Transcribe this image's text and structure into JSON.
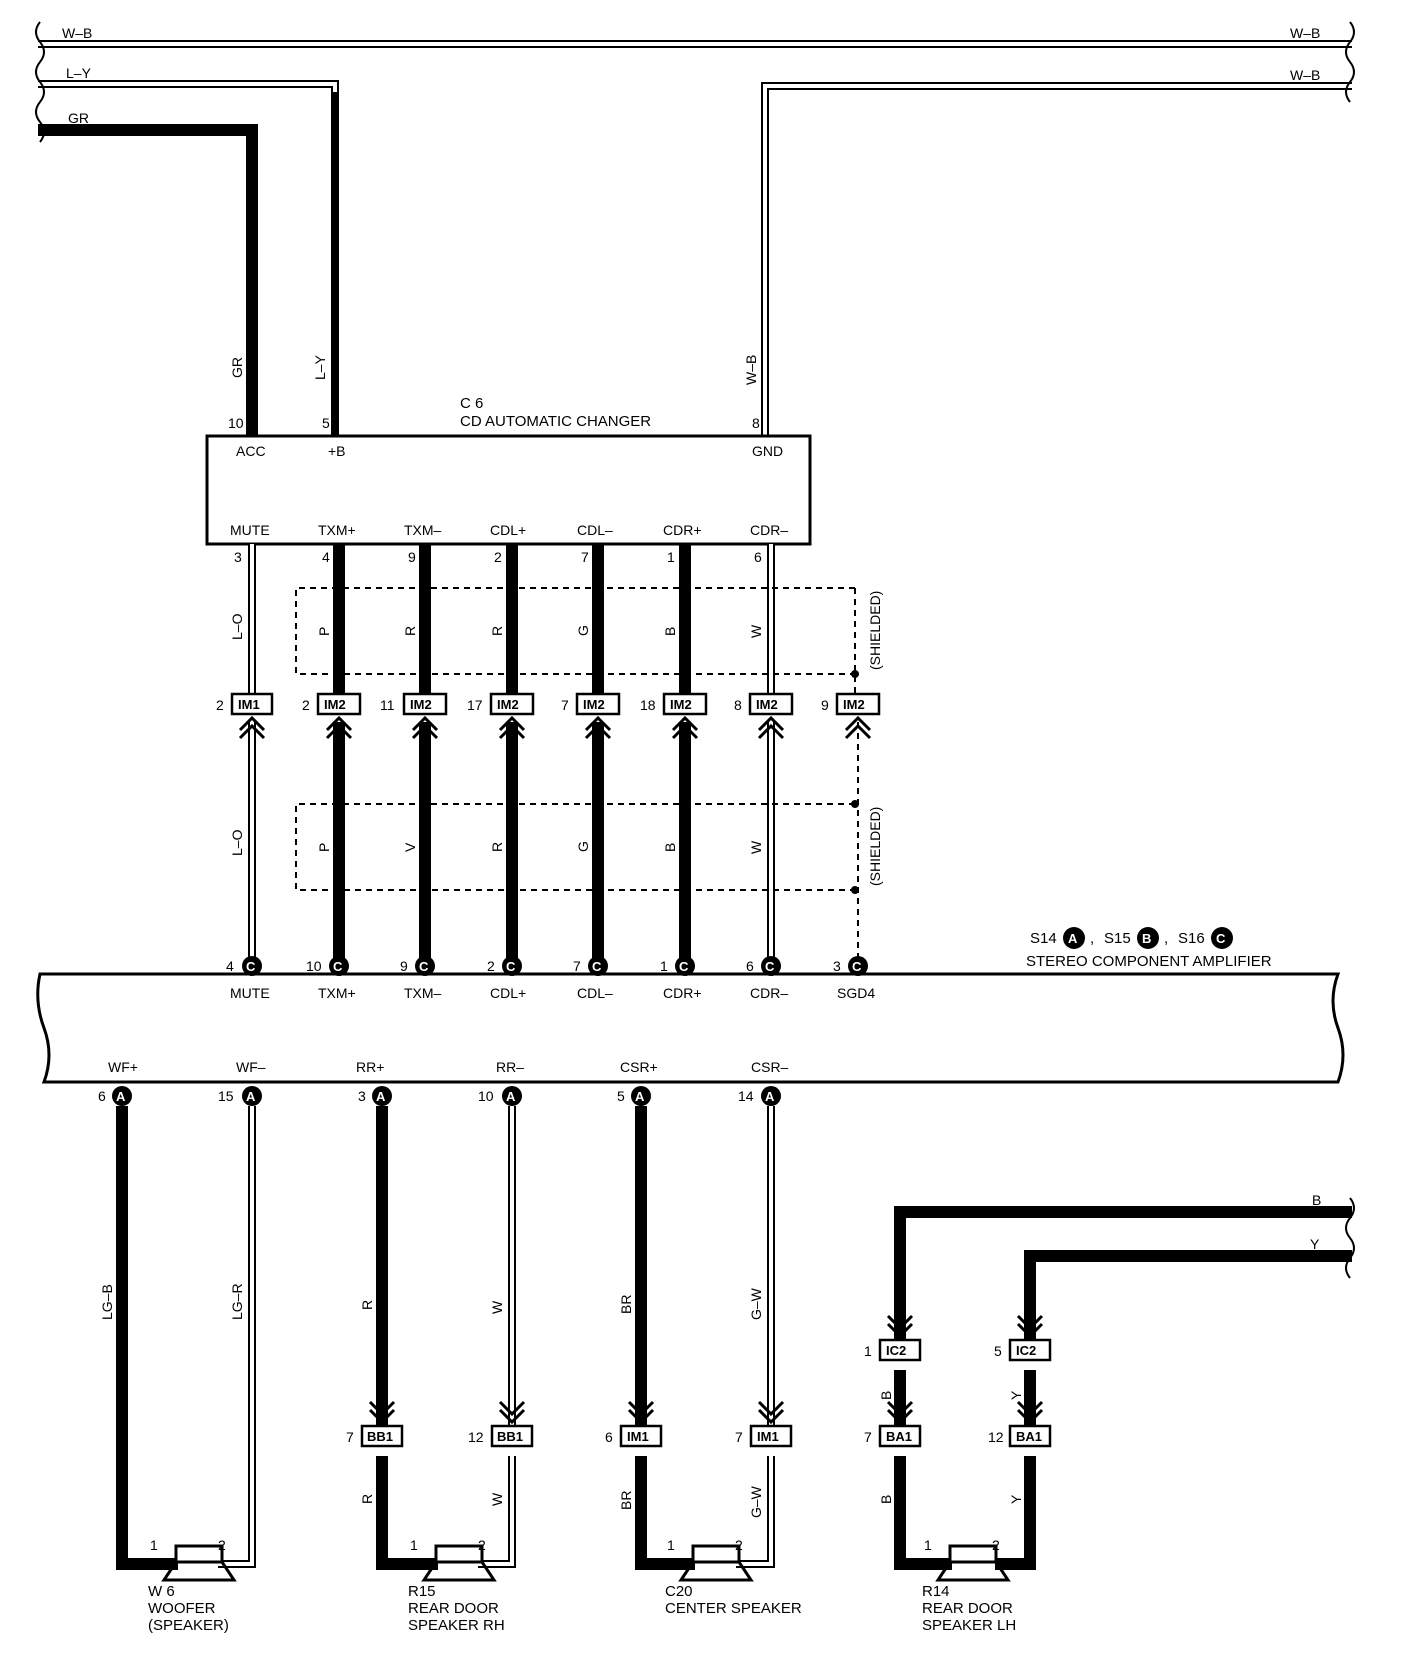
{
  "top_wires": {
    "wb_left": "W–B",
    "wb_right_1": "W–B",
    "ly_left": "L–Y",
    "wb_right_2": "W–B",
    "gr_left": "GR",
    "gr_vert": "GR",
    "ly_vert": "L–Y",
    "wb_vert": "W–B"
  },
  "cd_changer": {
    "code": "C 6",
    "name": "CD AUTOMATIC CHANGER",
    "top_pins": [
      {
        "num": "10",
        "name": "ACC"
      },
      {
        "num": "5",
        "name": "+B"
      },
      {
        "num": "8",
        "name": "GND"
      }
    ],
    "bottom_pins": [
      {
        "num": "3",
        "name": "MUTE",
        "wire_upper": "L–O",
        "wire_lower": "L–O",
        "conn_pin": "2",
        "conn": "IM1",
        "amp_pin": "4"
      },
      {
        "num": "4",
        "name": "TXM+",
        "wire_upper": "P",
        "wire_lower": "P",
        "conn_pin": "2",
        "conn": "IM2",
        "amp_pin": "10"
      },
      {
        "num": "9",
        "name": "TXM–",
        "wire_upper": "R",
        "wire_lower": "V",
        "conn_pin": "11",
        "conn": "IM2",
        "amp_pin": "9"
      },
      {
        "num": "2",
        "name": "CDL+",
        "wire_upper": "R",
        "wire_lower": "R",
        "conn_pin": "17",
        "conn": "IM2",
        "amp_pin": "2"
      },
      {
        "num": "7",
        "name": "CDL–",
        "wire_upper": "G",
        "wire_lower": "G",
        "conn_pin": "7",
        "conn": "IM2",
        "amp_pin": "7"
      },
      {
        "num": "1",
        "name": "CDR+",
        "wire_upper": "B",
        "wire_lower": "B",
        "conn_pin": "18",
        "conn": "IM2",
        "amp_pin": "1"
      },
      {
        "num": "6",
        "name": "CDR–",
        "wire_upper": "W",
        "wire_lower": "W",
        "conn_pin": "8",
        "conn": "IM2",
        "amp_pin": "6"
      },
      {
        "num": "",
        "name": "SGD4",
        "wire_upper": "",
        "wire_lower": "",
        "conn_pin": "9",
        "conn": "IM2",
        "amp_pin": "3"
      }
    ],
    "shielded_upper": "(SHIELDED)",
    "shielded_lower": "(SHIELDED)"
  },
  "amplifier": {
    "codes": [
      {
        "name": "S14",
        "letter": "A"
      },
      {
        "name": "S15",
        "letter": "B"
      },
      {
        "name": "S16",
        "letter": "C"
      }
    ],
    "separator": ",",
    "name": "STEREO COMPONENT AMPLIFIER",
    "top_conn_letter": "C",
    "bottom_conn_letter": "A",
    "bottom_pins": [
      {
        "num": "6",
        "name": "WF+",
        "wire": "LG–B"
      },
      {
        "num": "15",
        "name": "WF–",
        "wire": "LG–R"
      },
      {
        "num": "3",
        "name": "RR+",
        "wire": "R"
      },
      {
        "num": "10",
        "name": "RR–",
        "wire": "W"
      },
      {
        "num": "5",
        "name": "CSR+",
        "wire": "BR"
      },
      {
        "num": "14",
        "name": "CSR–",
        "wire": "G–W"
      }
    ]
  },
  "rear_connectors": [
    {
      "pin": "7",
      "conn": "BB1",
      "wire": "R"
    },
    {
      "pin": "12",
      "conn": "BB1",
      "wire": "W"
    },
    {
      "pin": "6",
      "conn": "IM1",
      "wire": "BR"
    },
    {
      "pin": "7",
      "conn": "IM1",
      "wire": "G–W"
    }
  ],
  "lh_wires": {
    "b_right": "B",
    "y_right": "Y",
    "ic2_b": {
      "pin": "1",
      "conn": "IC2",
      "wire": "B"
    },
    "ic2_y": {
      "pin": "5",
      "conn": "IC2",
      "wire": "Y"
    },
    "ba1_b": {
      "pin": "7",
      "conn": "BA1",
      "wire": "B"
    },
    "ba1_y": {
      "pin": "12",
      "conn": "BA1",
      "wire": "Y"
    }
  },
  "speakers": [
    {
      "code": "W 6",
      "line1": "WOOFER",
      "line2": "(SPEAKER)",
      "pin1": "1",
      "pin2": "2"
    },
    {
      "code": "R15",
      "line1": "REAR DOOR",
      "line2": "SPEAKER RH",
      "pin1": "1",
      "pin2": "2"
    },
    {
      "code": "C20",
      "line1": "CENTER SPEAKER",
      "line2": "",
      "pin1": "1",
      "pin2": "2"
    },
    {
      "code": "R14",
      "line1": "REAR DOOR",
      "line2": "SPEAKER LH",
      "pin1": "1",
      "pin2": "2"
    }
  ]
}
